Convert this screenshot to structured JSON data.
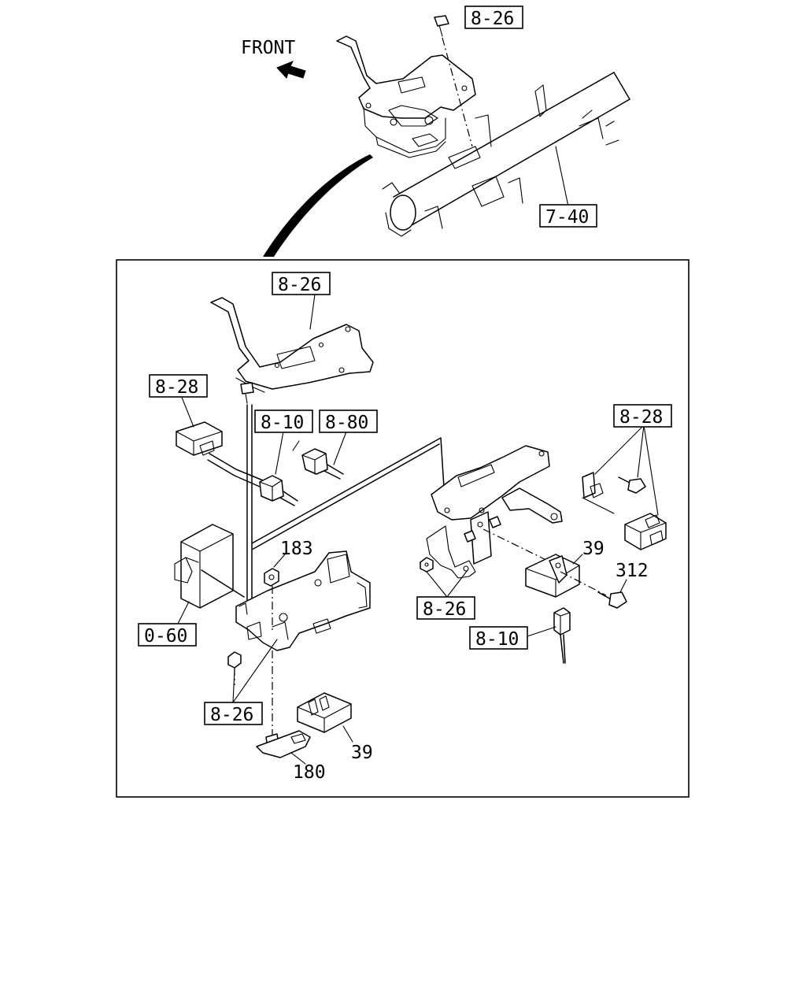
{
  "diagram": {
    "front_label": "FRONT",
    "callouts": {
      "top_bolt_ref": "8-26",
      "crossmember_ref": "7-40",
      "bracket_ref": "8-26",
      "connector_left_ref": "8-28",
      "connector_mid_ref": "8-10",
      "connector_right_ref": "8-80",
      "connector_far_right_ref": "8-28",
      "module_ref": "0-60",
      "bracket_lower_left_ref": "8-26",
      "bracket_lower_right_ref": "8-26",
      "sensor_ref": "8-10"
    },
    "part_numbers": {
      "nut": "183",
      "relay_right": "39",
      "bolt": "312",
      "relay_bottom": "39",
      "bolt_bottom": "180"
    }
  }
}
